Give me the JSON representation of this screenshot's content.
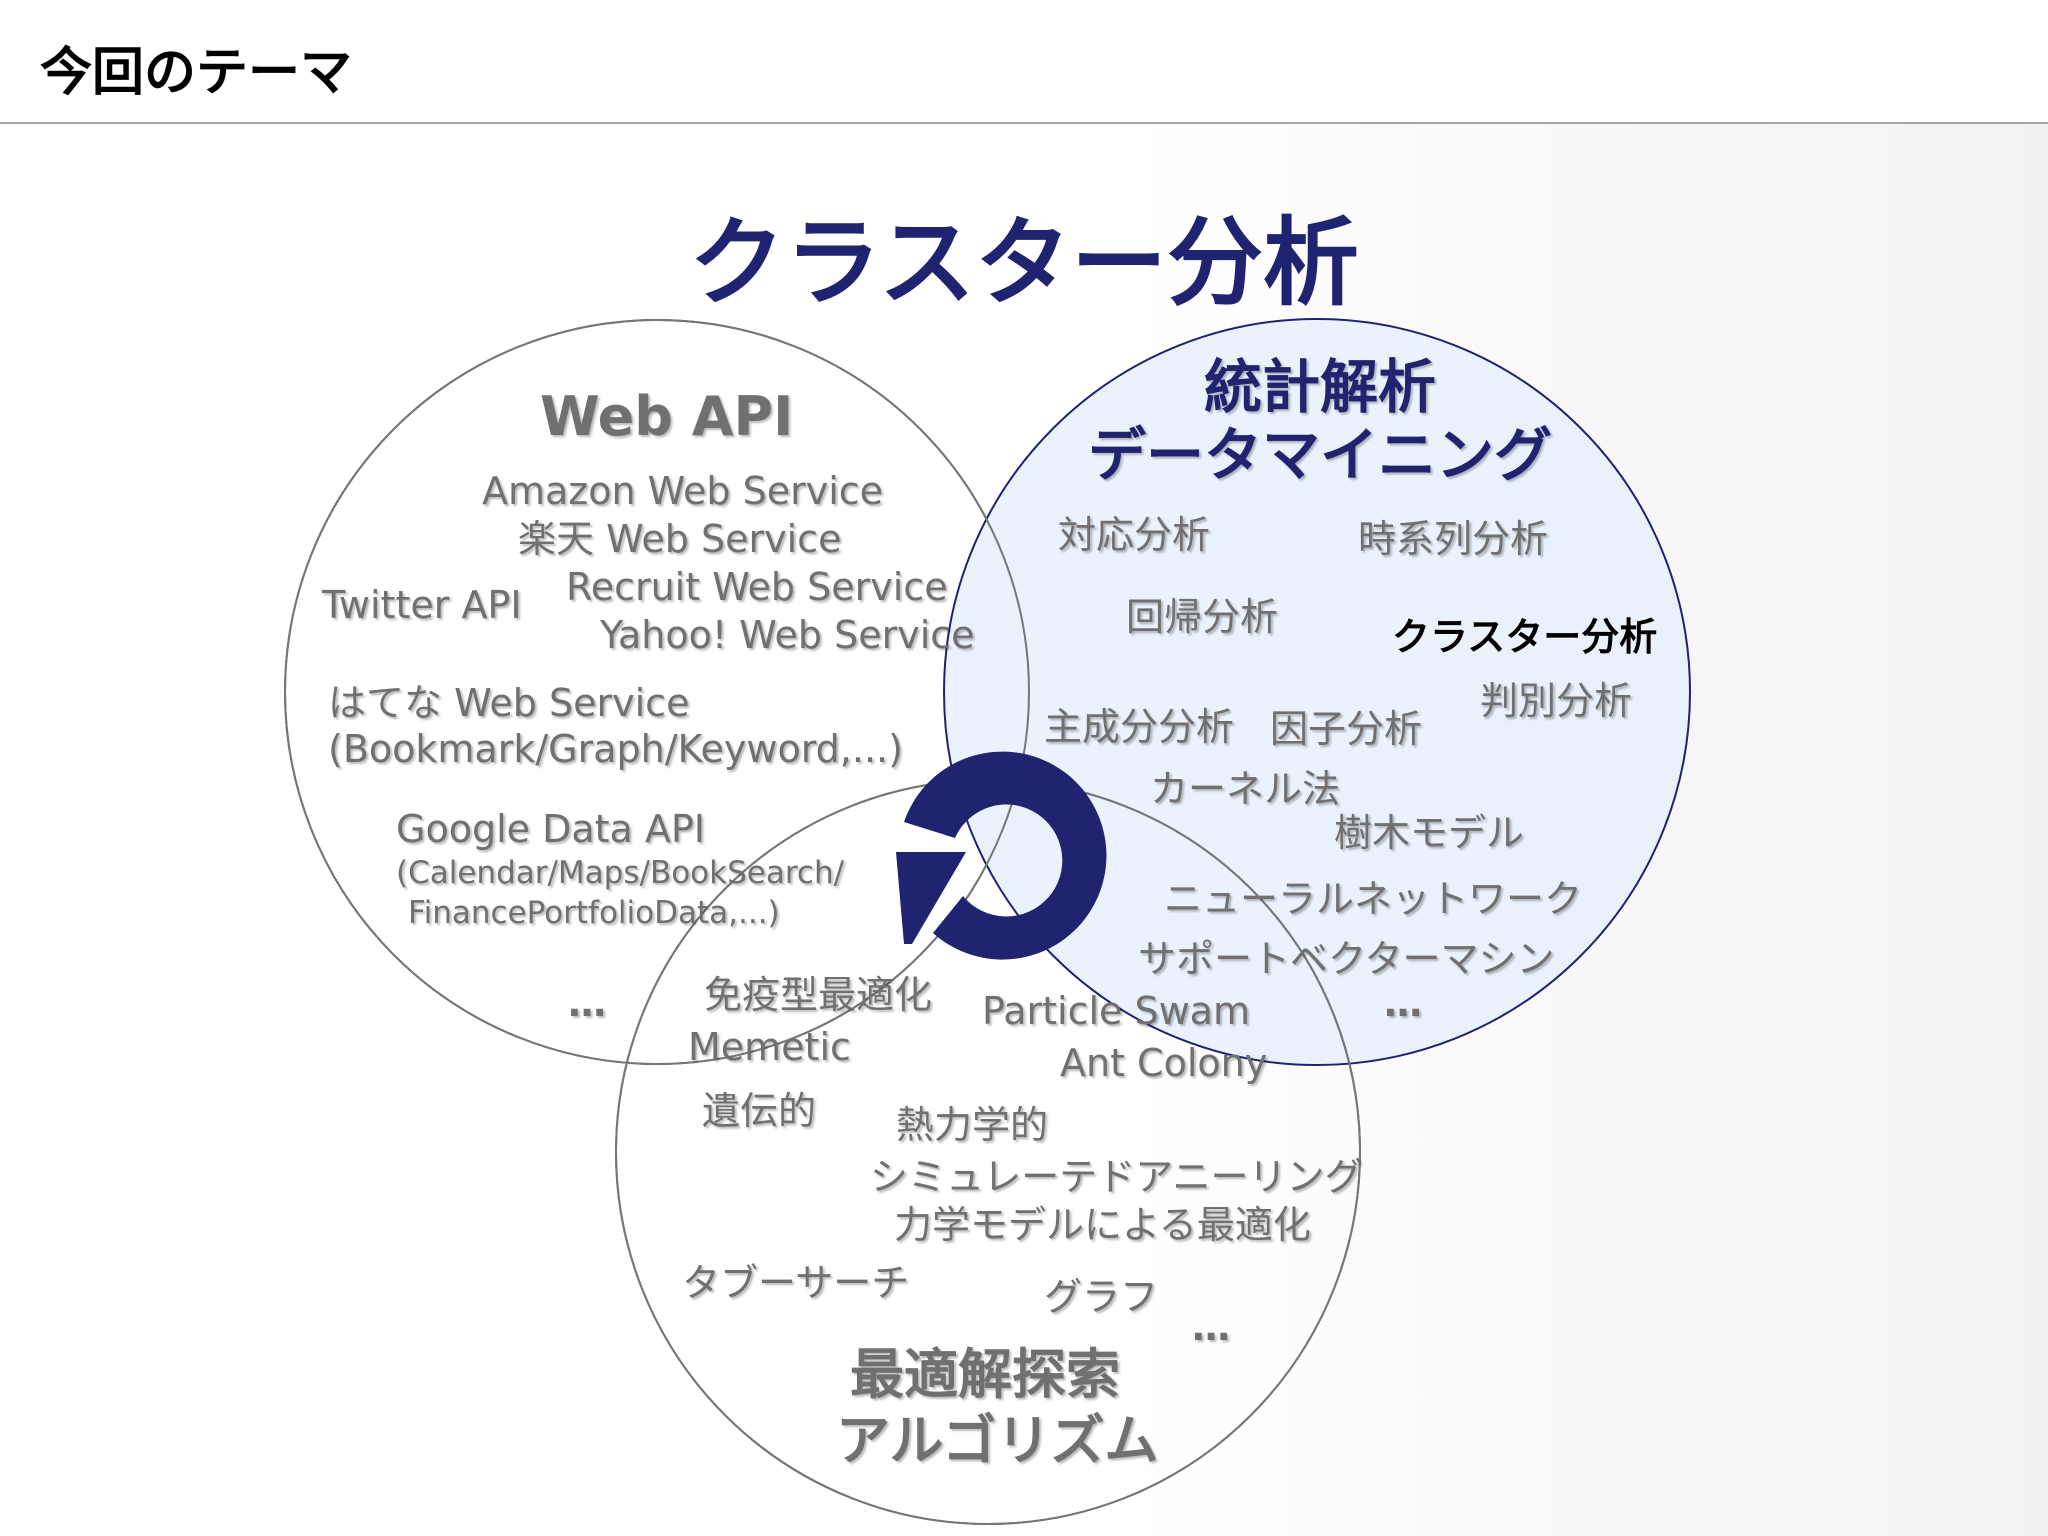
{
  "header": {
    "title": "今回のテーマ"
  },
  "main_title": "クラスター分析",
  "web_api": {
    "title": "Web API",
    "items": [
      "Amazon Web Service",
      "楽天 Web Service",
      "Recruit Web Service",
      "Yahoo! Web Service",
      "Twitter API",
      "はてな Web Service",
      "(Bookmark/Graph/Keyword,...)",
      "Google Data API",
      "(Calendar/Maps/BookSearch/",
      "FinancePortfolioData,...)"
    ],
    "ellipsis": "…"
  },
  "statistics": {
    "title_line1": "統計解析",
    "title_line2": "データマイニング",
    "items": [
      "対応分析",
      "時系列分析",
      "回帰分析",
      "クラスター分析",
      "判別分析",
      "主成分分析",
      "因子分析",
      "カーネル法",
      "樹木モデル",
      "ニューラルネットワーク",
      "サポートベクターマシン"
    ],
    "ellipsis": "…"
  },
  "optimization": {
    "title_line1": "最適解探索",
    "title_line2": "アルゴリズム",
    "items": [
      "免疫型最適化",
      "Memetic",
      "Particle Swam",
      "Ant Colony",
      "遺伝的",
      "熱力学的",
      "シミュレーテドアニーリング",
      "力学モデルによる最適化",
      "タブーサーチ",
      "グラフ"
    ],
    "ellipsis": "…"
  },
  "colors": {
    "navy": "#1f2370",
    "stats_fill": "#e6f1fc",
    "gray_text": "#707070",
    "circle_stroke": "#555555"
  },
  "icons": {
    "center": "cycle-arrow-icon"
  }
}
